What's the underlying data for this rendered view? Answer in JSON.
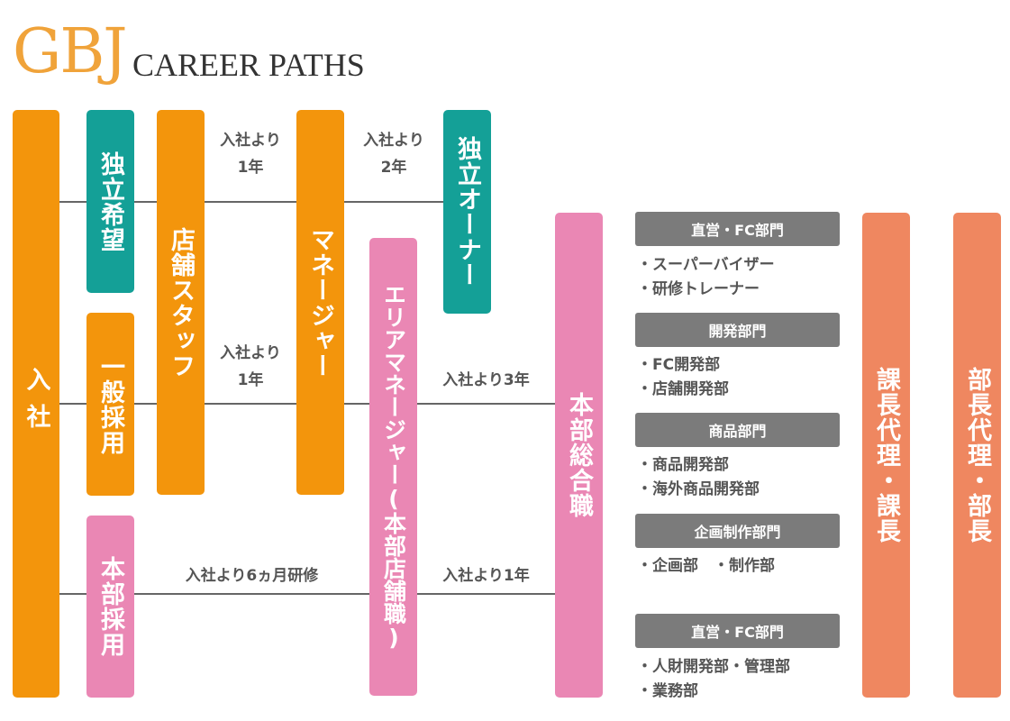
{
  "header": {
    "logo": "GBJ",
    "subtitle": "CAREER PATHS"
  },
  "boxes": {
    "entry": "入社",
    "independence_hope": "独立希望",
    "general_hire": "一般採用",
    "hq_hire": "本部採用",
    "store_staff": "店舗スタッフ",
    "manager": "マネージャー",
    "area_manager": "エリアマネージャー(本部店舗職)",
    "independent_owner": "独立オーナー",
    "hq_general": "本部総合職",
    "section_chief": "課長代理・課長",
    "department_head": "部長代理・部長"
  },
  "labels": {
    "staff_to_manager_top": [
      "入社より",
      "1年"
    ],
    "manager_to_owner": [
      "入社より",
      "2年"
    ],
    "staff_to_manager_mid": [
      "入社より",
      "1年"
    ],
    "area_to_general_3y": "入社より3年",
    "hq_training": "入社より6ヵ月研修",
    "area_to_general_1y": "入社より1年"
  },
  "departments": [
    {
      "name": "直営・FC部門",
      "items": [
        "・スーパーバイザー",
        "・研修トレーナー"
      ]
    },
    {
      "name": "開発部門",
      "items": [
        "・FC開発部",
        "・店舗開発部"
      ]
    },
    {
      "name": "商品部門",
      "items": [
        "・商品開発部",
        "・海外商品開発部"
      ]
    },
    {
      "name": "企画制作部門",
      "items": [
        "・企画部　・制作部"
      ]
    },
    {
      "name": "直営・FC部門",
      "items": [
        "・人財開発部・管理部",
        "・業務部"
      ]
    }
  ]
}
